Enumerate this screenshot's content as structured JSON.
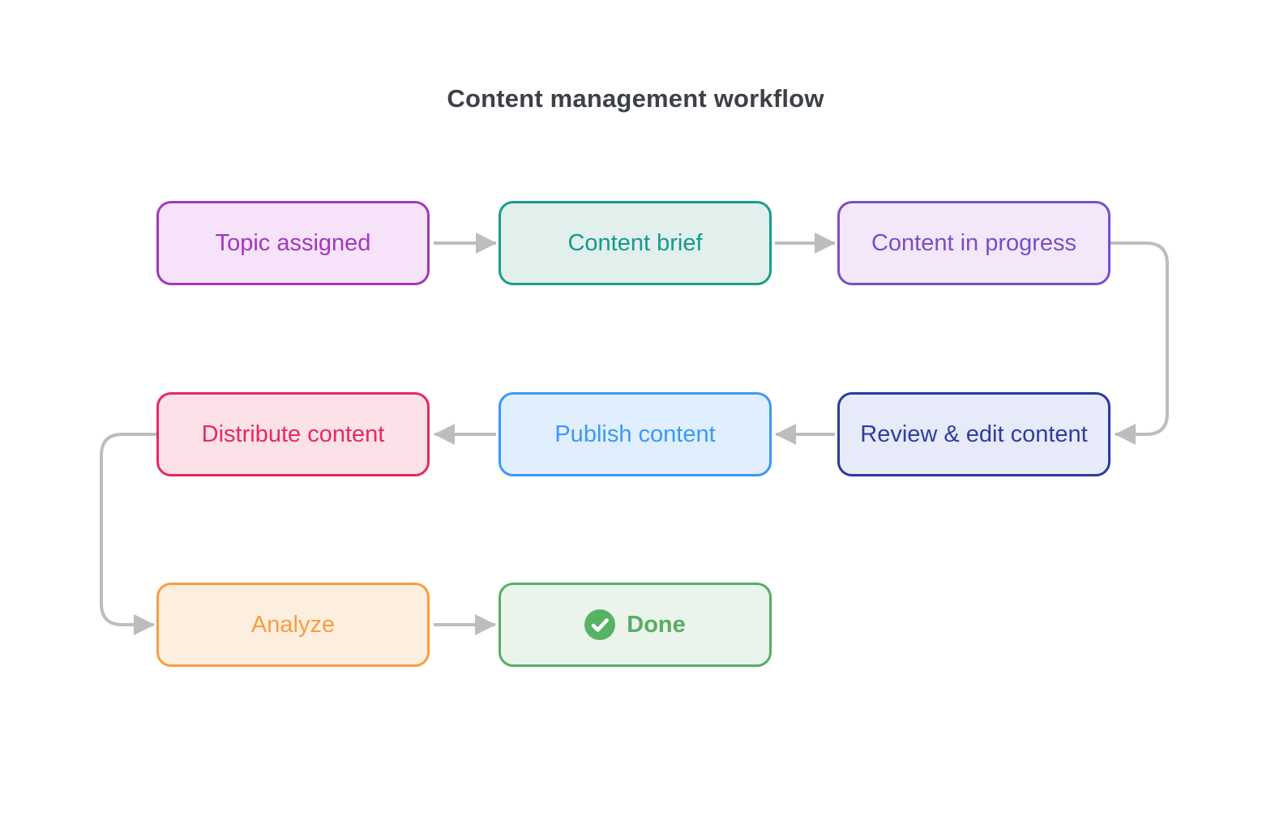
{
  "title": "Content management workflow",
  "diagram": {
    "arrow_color": "#bdbdbd",
    "title_color": "#3c4147",
    "nodes": [
      {
        "id": "topic-assigned",
        "label": "Topic assigned",
        "border": "#a436be",
        "fill": "#f6e3fa",
        "text": "#a436be"
      },
      {
        "id": "content-brief",
        "label": "Content brief",
        "border": "#1a9c8c",
        "fill": "#e1f0ed",
        "text": "#17998a"
      },
      {
        "id": "content-in-progress",
        "label": "Content in progress",
        "border": "#7b4ec7",
        "fill": "#f2e8fa",
        "text": "#7b4ec7"
      },
      {
        "id": "review-edit-content",
        "label": "Review & edit content",
        "border": "#2b3aa0",
        "fill": "#e7eaf8",
        "text": "#2f3da3"
      },
      {
        "id": "publish-content",
        "label": "Publish content",
        "border": "#3b99f5",
        "fill": "#e0eefd",
        "text": "#3b99f5"
      },
      {
        "id": "distribute-content",
        "label": "Distribute content",
        "border": "#e7295f",
        "fill": "#fce1e9",
        "text": "#e7295f"
      },
      {
        "id": "analyze",
        "label": "Analyze",
        "border": "#f99d3e",
        "fill": "#fdefdf",
        "text": "#f99d3e"
      },
      {
        "id": "done",
        "label": "Done",
        "border": "#57ad63",
        "fill": "#eaf4eb",
        "text": "#57ad63",
        "icon": "check-circle",
        "icon_color": "#57b263"
      }
    ],
    "edges": [
      {
        "from": "topic-assigned",
        "to": "content-brief"
      },
      {
        "from": "content-brief",
        "to": "content-in-progress"
      },
      {
        "from": "content-in-progress",
        "to": "review-edit-content"
      },
      {
        "from": "review-edit-content",
        "to": "publish-content"
      },
      {
        "from": "publish-content",
        "to": "distribute-content"
      },
      {
        "from": "distribute-content",
        "to": "analyze"
      },
      {
        "from": "analyze",
        "to": "done"
      }
    ]
  }
}
